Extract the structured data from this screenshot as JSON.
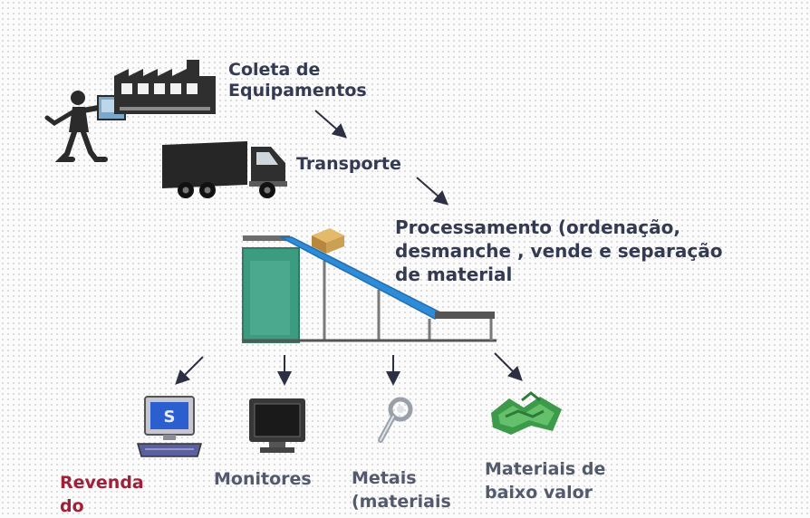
{
  "steps": {
    "coleta": [
      "Coleta de",
      "Equipamentos"
    ],
    "transporte": "Transporte",
    "processamento": [
      "Processamento (ordenação,",
      "desmanche , vende e separação",
      "de material"
    ]
  },
  "outputs": {
    "revenda": [
      "Revenda",
      "do"
    ],
    "monitores": "Monitores",
    "metais": [
      "Metais",
      "(materiais"
    ],
    "materiais": [
      "Materiais de",
      "baixo valor"
    ]
  },
  "colors": {
    "text": "#333a52",
    "accent_red": "#a0203a",
    "conveyor_blue": "#2e8bd6",
    "bin_green": "#3c9c80"
  },
  "icons": [
    "factory-icon",
    "worker-icon",
    "truck-icon",
    "sorting-conveyor-icon",
    "box-icon",
    "computer-icon",
    "monitor-icon",
    "metal-tool-icon",
    "scrap-materials-icon"
  ]
}
